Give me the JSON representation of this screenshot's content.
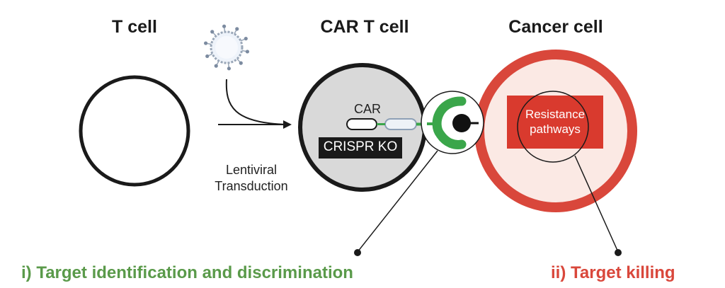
{
  "titles": {
    "t_cell": "T cell",
    "car_t_cell": "CAR T cell",
    "cancer_cell": "Cancer cell"
  },
  "labels": {
    "transduction_line1": "Lentiviral",
    "transduction_line2": "Transduction",
    "car": "CAR",
    "crispr": "CRISPR KO",
    "resistance_line1": "Resistance",
    "resistance_line2": "pathways"
  },
  "captions": {
    "left": "i) Target identification and discrimination",
    "right": "ii) Target killing"
  },
  "colors": {
    "green": "#5a9a4a",
    "green_bright": "#3aa64a",
    "red": "#d9473b",
    "red_box": "#d93a2e",
    "cancer_fill": "#fbe9e4",
    "car_t_fill": "#d9d9d9",
    "dark": "#1a1a1a",
    "virus": "#9aa7b8"
  },
  "icons": {
    "virus": "lentivirus-icon",
    "arrow": "curved-arrow-icon"
  }
}
